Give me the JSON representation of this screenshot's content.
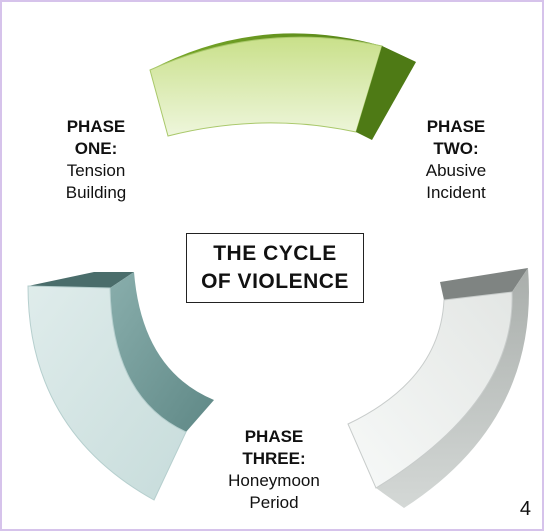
{
  "diagram": {
    "title_line1": "THE CYCLE",
    "title_line2": "OF VIOLENCE",
    "phases": [
      {
        "label": "PHASE",
        "number": "ONE:",
        "desc1": "Tension",
        "desc2": "Building",
        "color": "#8fbf3c"
      },
      {
        "label": "PHASE",
        "number": "TWO:",
        "desc1": "Abusive",
        "desc2": "Incident",
        "color": "#b3b7b5"
      },
      {
        "label": "PHASE",
        "number": "THREE:",
        "desc1": "Honeymoon",
        "desc2": "Period",
        "color": "#86aaa8"
      }
    ]
  },
  "page_number": "4",
  "colors": {
    "frame_border": "#d6c3eb",
    "green_segment": "#8fbf3c",
    "gray_segment": "#b3b7b5",
    "teal_segment": "#86aaa8"
  }
}
